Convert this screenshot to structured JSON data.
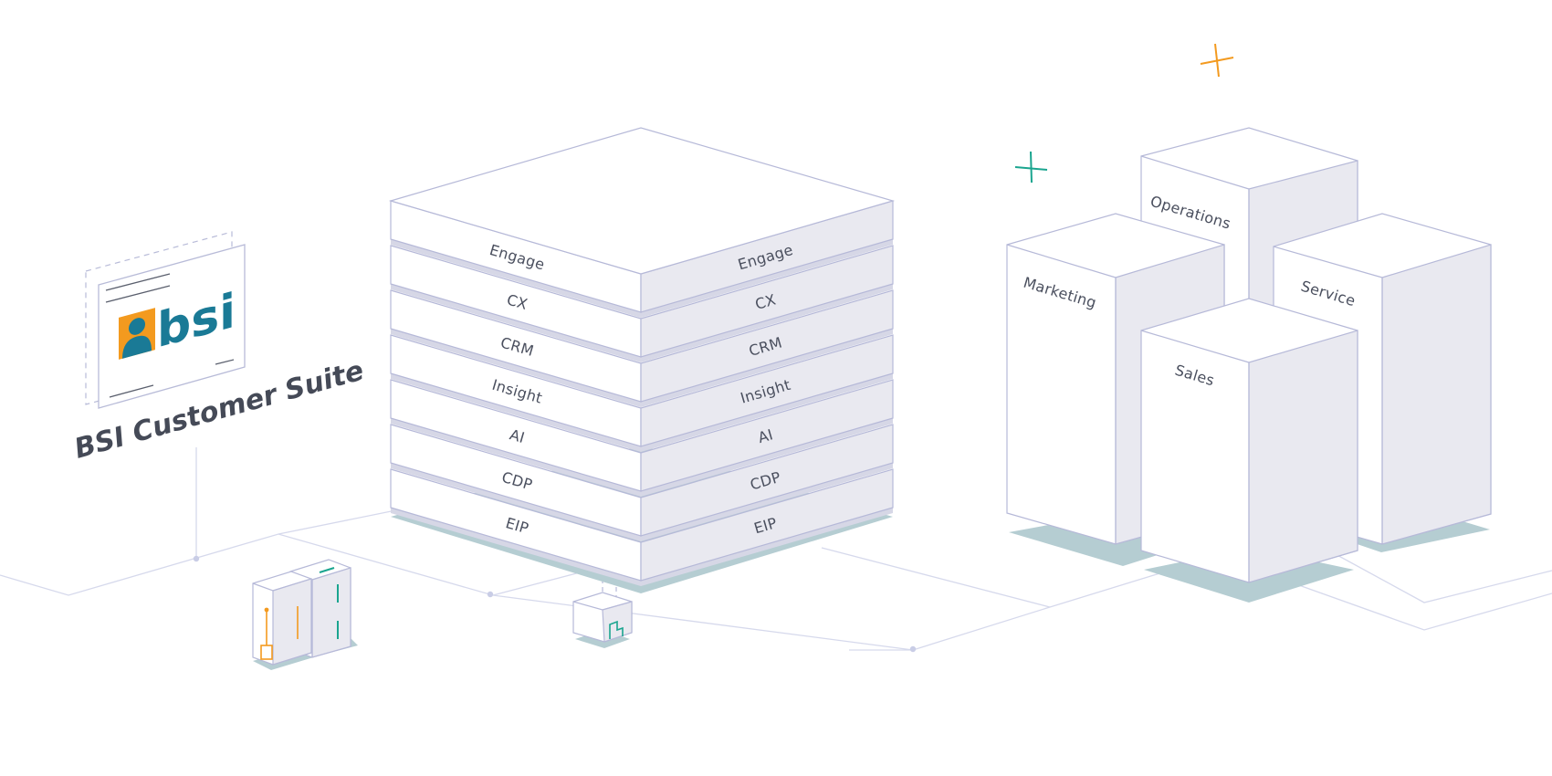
{
  "brand": {
    "logo_text": "bsi",
    "title": "BSI Customer Suite"
  },
  "stack": {
    "layers": [
      {
        "label": "Engage"
      },
      {
        "label": "CX"
      },
      {
        "label": "CRM"
      },
      {
        "label": "Insight"
      },
      {
        "label": "AI"
      },
      {
        "label": "CDP"
      },
      {
        "label": "EIP"
      }
    ]
  },
  "departments": {
    "operations": "Operations",
    "marketing": "Marketing",
    "service": "Service",
    "sales": "Sales"
  },
  "colors": {
    "outline": "#b6b9d8",
    "face_light": "#ffffff",
    "face_side": "#e9e9f0",
    "shadow": "#b5cdd2",
    "accent_teal": "#1aa58f",
    "accent_orange": "#f39a1f",
    "logo_blue": "#1a7a96",
    "logo_orange": "#f39a1f",
    "network_line": "#d3d6ea"
  }
}
